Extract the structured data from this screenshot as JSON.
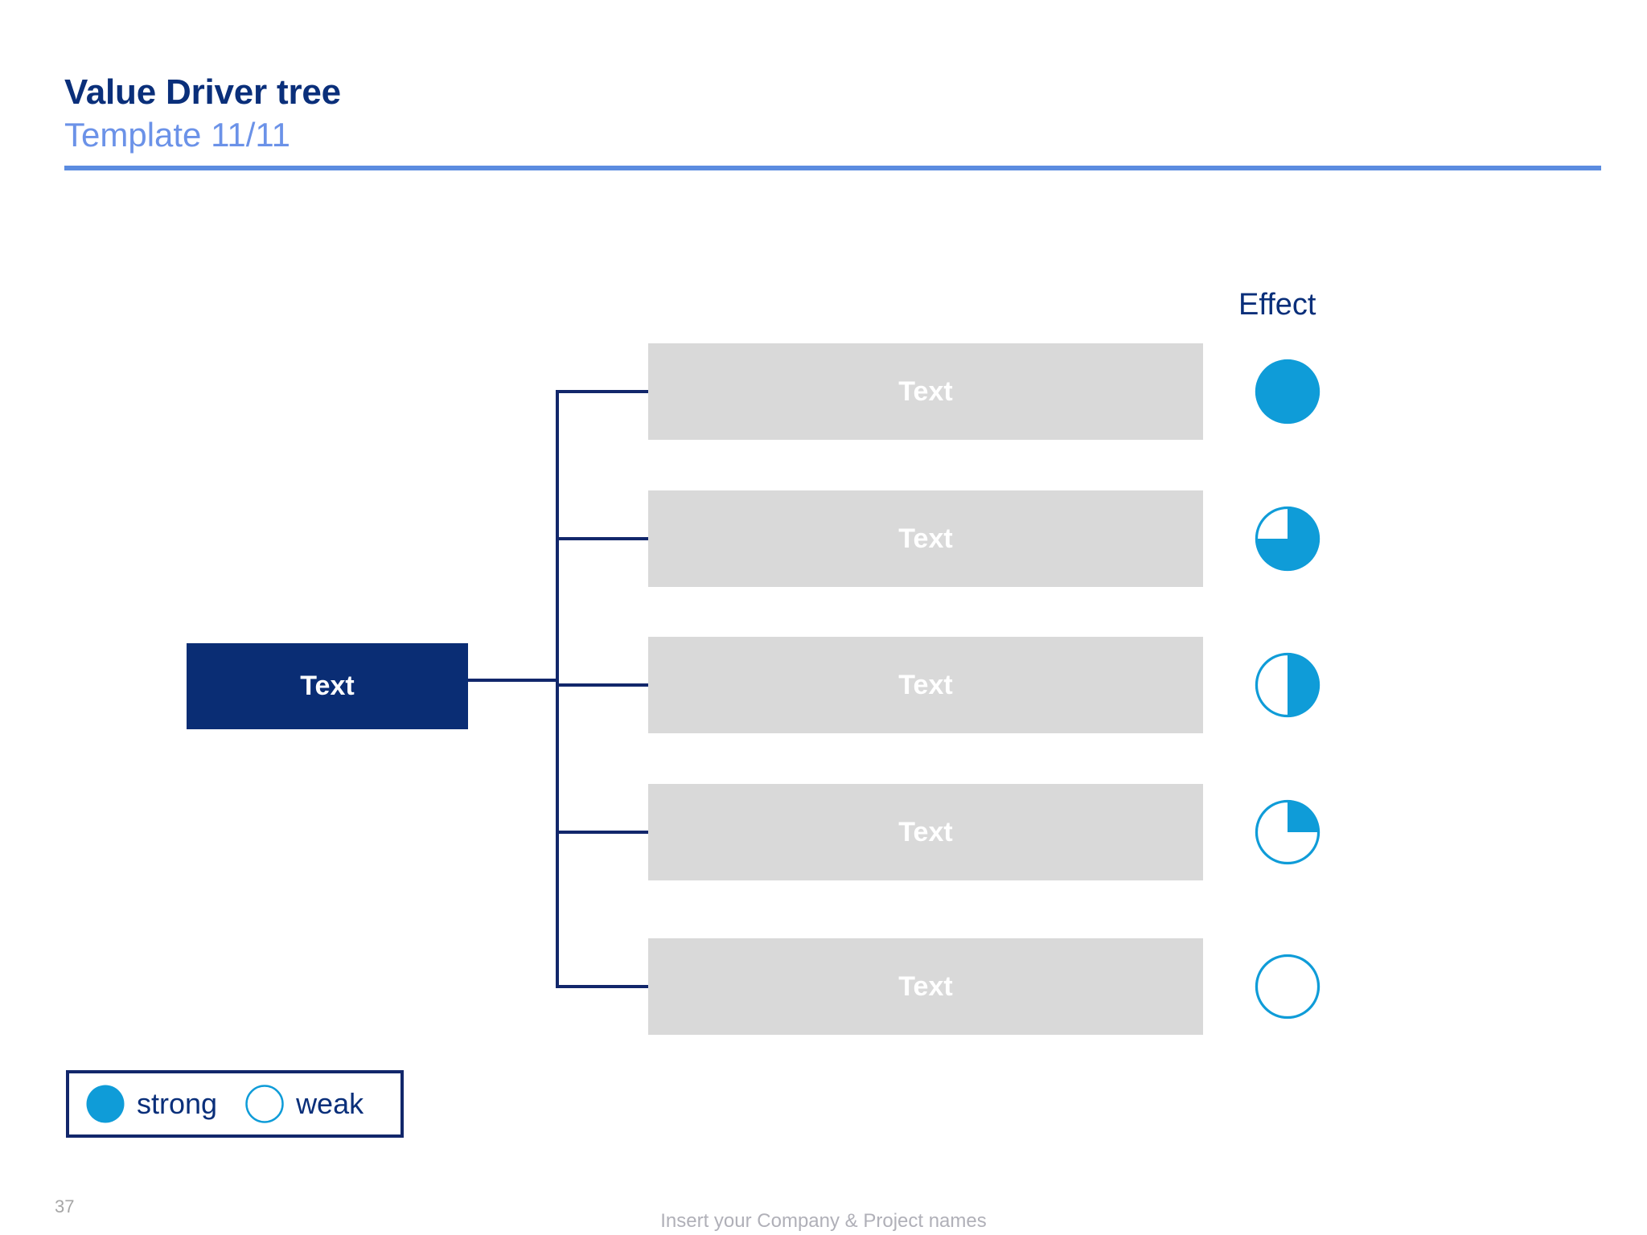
{
  "header": {
    "title": "Value Driver tree",
    "subtitle": "Template 11/11",
    "title_color": "#0a2f7a",
    "subtitle_color": "#6b92e8",
    "rule_color": "#5b8ce0"
  },
  "colors": {
    "root_fill": "#0a2d74",
    "child_fill": "#d9d9d9",
    "node_text": "#ffffff",
    "connector": "#12276b",
    "harvey_blue": "#0f9cd8",
    "legend_border": "#12276b",
    "footer_gray": "#b0b0b8"
  },
  "diagram": {
    "effect_heading": "Effect",
    "root": {
      "label": "Text"
    },
    "children": [
      {
        "label": "Text",
        "effect_fill": 100,
        "effect_name": "harvey-ball-full"
      },
      {
        "label": "Text",
        "effect_fill": 75,
        "effect_name": "harvey-ball-three-quarter"
      },
      {
        "label": "Text",
        "effect_fill": 50,
        "effect_name": "harvey-ball-half"
      },
      {
        "label": "Text",
        "effect_fill": 25,
        "effect_name": "harvey-ball-quarter"
      },
      {
        "label": "Text",
        "effect_fill": 0,
        "effect_name": "harvey-ball-empty"
      }
    ]
  },
  "legend": {
    "strong_label": "strong",
    "weak_label": "weak"
  },
  "footer": {
    "page_number": "37",
    "note": "Insert your Company & Project names"
  }
}
